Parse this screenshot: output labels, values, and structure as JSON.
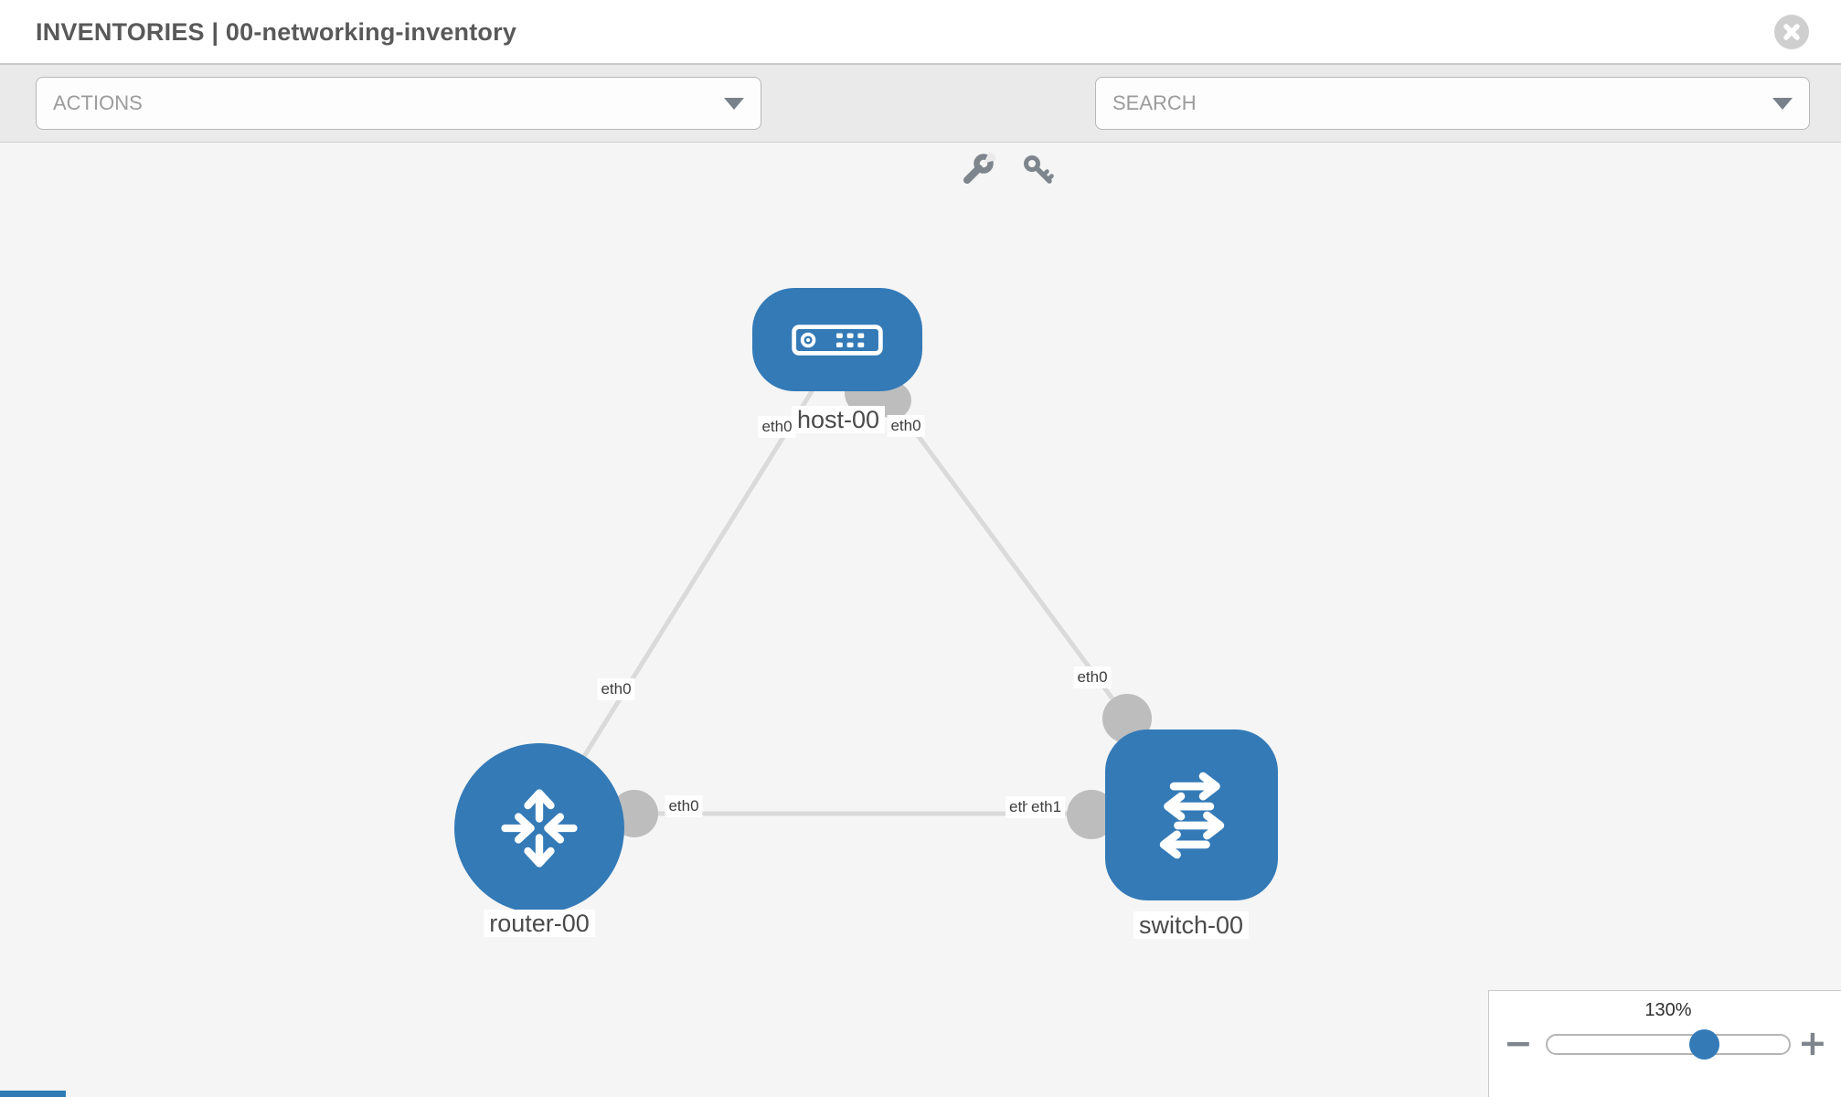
{
  "header": {
    "title": "INVENTORIES | 00-networking-inventory",
    "close_icon": "circle-x"
  },
  "toolbar": {
    "actions_label": "ACTIONS",
    "search_label": "SEARCH",
    "icons": [
      "wrench-icon",
      "key-icon"
    ]
  },
  "topology": {
    "nodes": [
      {
        "label": "host-00",
        "type": "host"
      },
      {
        "label": "router-00",
        "type": "router"
      },
      {
        "label": "switch-00",
        "type": "switch"
      }
    ],
    "links": [
      {
        "from": "router-00",
        "from_if": "eth0",
        "to": "host-00",
        "to_if": "eth0"
      },
      {
        "from": "switch-00",
        "from_if": "eth0",
        "to": "host-00",
        "to_if": "eth0"
      },
      {
        "from": "router-00",
        "from_if": "eth0",
        "to": "switch-00",
        "to_if": "eth1"
      }
    ],
    "switch_port_overlap": {
      "back": "eth0",
      "front": "eth1"
    }
  },
  "zoom_control": {
    "level": "130%",
    "minus_label": "−",
    "plus_label": "+"
  },
  "colors": {
    "node_blue": "#337ab7",
    "port_gray": "#bdbdbd",
    "link_gray": "#dadada",
    "icon_gray": "#7e858d",
    "toolbar_bg": "#eaeaea"
  }
}
